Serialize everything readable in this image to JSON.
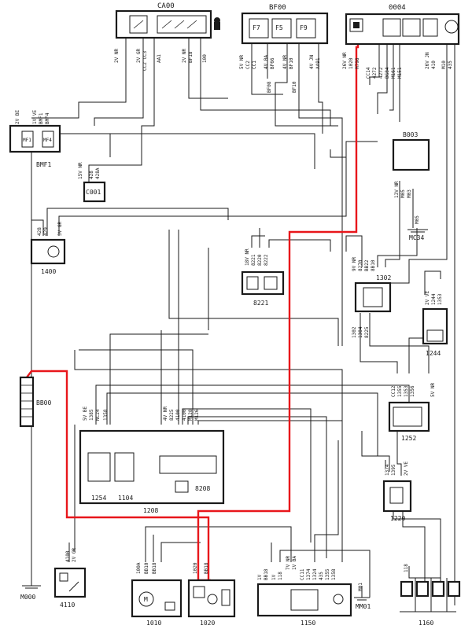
{
  "components": {
    "ca00": "CA00",
    "bf00": "BF00",
    "c0004": "0004",
    "bmf1": "BMF1",
    "c001": "C001",
    "b003": "B003",
    "mc34": "MC34",
    "c1400": "1400",
    "c8221": "8221",
    "c1302": "1302",
    "c1244": "1244",
    "bb00": "BB00",
    "c1254": "1254",
    "c1104": "1104",
    "c8208": "8208",
    "c1208": "1208",
    "c1252": "1252",
    "c1220": "1220",
    "m000": "M000",
    "c4110": "4110",
    "c1010": "1010",
    "c1020": "1020",
    "c1150": "1150",
    "mm01": "MM01",
    "c1160": "1160"
  },
  "fuses": {
    "f7": "F7",
    "f5": "F5",
    "f9": "F9",
    "mf1": "MF1",
    "mf4": "MF4"
  },
  "wire_labels": {
    "ca00_a": "2V NR",
    "ca00_b": "2V GR",
    "ca00_c": "CC2 CC3",
    "ca00_d": "AA1",
    "ca00_e": "2V NR",
    "ca00_f": "BF18",
    "ca00_g": "100",
    "bf00_a": "5V NR",
    "bf00_b": "CC2",
    "bf00_c": "CC1",
    "bf00_d": "4V BA",
    "bf00_e": "BF66",
    "bf00_f": "4V NR",
    "bf00_g": "BF10",
    "bf00_h": "4V JN",
    "bf00_i": "AA91",
    "bf00_j": "BF08",
    "bf00_k": "BF10",
    "d4_a": "26V NR",
    "d4_b": "1020",
    "d4_c": "M798",
    "d4_d": "CC14",
    "d4_e": "4272",
    "d4_f": "4272",
    "d4_g": "BG84",
    "d4_h": "M161",
    "d4_i": "M151",
    "d4_j": "26V JN",
    "d4_k": "410",
    "d4_l": "M10",
    "d4_m": "435",
    "bmf_a": "2V BE",
    "bmf_b": "1V VE",
    "bmf_c": "BMF1",
    "bmf_d": "BMF4",
    "c001_a": "15V NR",
    "c001_b": "428",
    "c001_c": "428A",
    "b003_a": "13V NR",
    "b003_b": "M05",
    "b003_c": "M03",
    "b003_d": "M05",
    "c1400_a": "428",
    "c1400_b": "429",
    "c1400_c": "3V GR",
    "c8221_a": "18V NR",
    "c8221_b": "8221",
    "c8221_c": "8220",
    "c8221_d": "8222",
    "c1302_a": "9V NR",
    "c1302_b": "8270",
    "c1302_c": "BB22",
    "c1302_d": "8B10",
    "c1302_e": "1302",
    "c1302_f": "1304",
    "c1302_g": "8225",
    "c1244_a": "2V VE",
    "c1244_b": "1244",
    "c1244_c": "1353",
    "c1208_a": "5V BE",
    "c1208_b": "1385",
    "c1208_c": "NC24",
    "c1208_d": "1358",
    "c1208_e": "4V NR",
    "c1208_f": "8225",
    "c1208_g": "4100",
    "c1208_h": "4100",
    "c1208_i": "M128",
    "c1208_j": "M126",
    "c1252_a": "CC12",
    "c1252_b": "1355",
    "c1252_c": "1353",
    "c1252_d": "1356",
    "c1252_e": "5V NR",
    "c1220_a": "1374",
    "c1220_b": "1395",
    "c1220_c": "2V VE",
    "c4110_a": "4100",
    "c4110_b": "2V GR",
    "c1010_a": "100A",
    "c1010_b": "BB10",
    "c1010_c": "BB18",
    "c1020_a": "1020",
    "c1020_b": "BB18",
    "c1150_a": "1V",
    "c1150_b": "BB18",
    "c1150_c": "1V",
    "c1150_d": "118",
    "c1150_e": "7V NR",
    "c1150_f": "1V BA",
    "c1150_g": "CC11",
    "c1150_h": "1374",
    "c1150_i": "1324",
    "c1150_j": "435",
    "c1150_k": "1355",
    "c1150_l": "1358",
    "c1160_a": "118",
    "mm01_a": "M01"
  }
}
